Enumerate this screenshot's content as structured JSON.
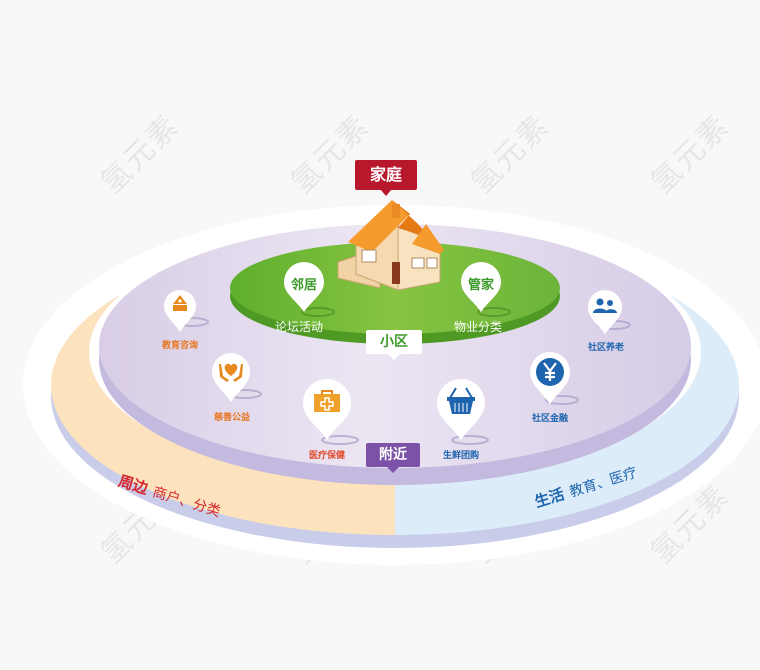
{
  "title_tag": "家庭",
  "inner_tag": "小区",
  "middle_tag": "附近",
  "colors": {
    "family_red": "#b8182c",
    "community_green": "#6cb43a",
    "nearby_purple": "#7b52a8",
    "orange": "#e8751f",
    "blue": "#1e64ae",
    "ring_left": "#fce3be",
    "ring_right": "#dcedf9",
    "disk_top": "#ddd3ea",
    "disk_side": "#c4b9de"
  },
  "community_items": [
    {
      "pin_label": "邻居",
      "caption": "论坛活动"
    },
    {
      "pin_label": "管家",
      "caption": "物业分类"
    }
  ],
  "nearby_items": [
    {
      "icon": "pen-nib-icon",
      "label": "教育咨询",
      "color": "orange"
    },
    {
      "icon": "hands-heart-icon",
      "label": "慈善公益",
      "color": "orange"
    },
    {
      "icon": "medical-kit-icon",
      "label": "医疗保健",
      "color": "orange"
    },
    {
      "icon": "shopping-basket-icon",
      "label": "生鲜团购",
      "color": "blue"
    },
    {
      "icon": "yen-coin-icon",
      "label": "社区金融",
      "color": "blue"
    },
    {
      "icon": "people-icon",
      "label": "社区养老",
      "color": "blue"
    }
  ],
  "outer_ring": {
    "left": {
      "title": "周边",
      "text": "商户、分类"
    },
    "right": {
      "title": "生活",
      "text": "教育、医疗"
    }
  },
  "watermark": "氢元素"
}
